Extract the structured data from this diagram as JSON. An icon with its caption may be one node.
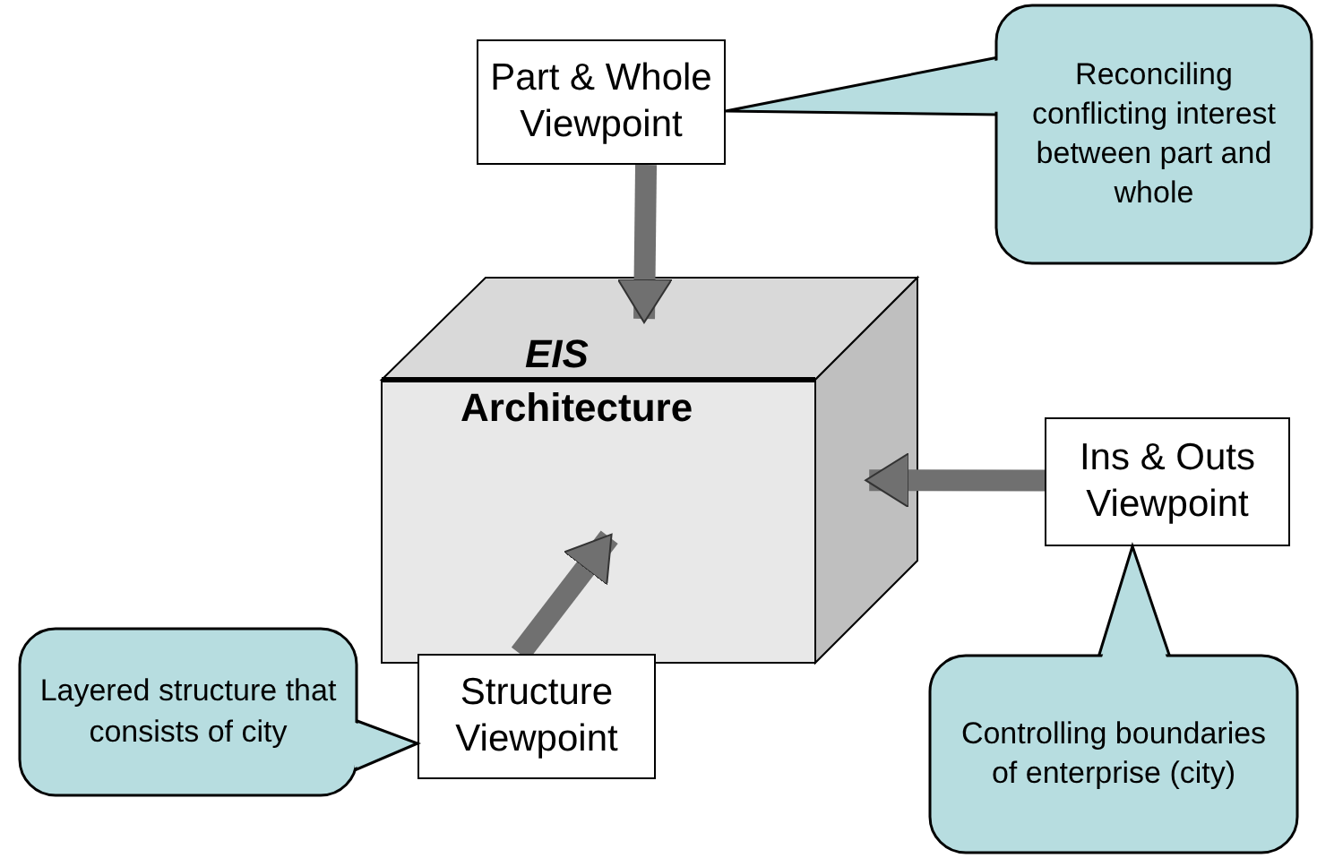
{
  "diagram": {
    "nodes": [
      {
        "text": [
          "EIS",
          "Architecture"
        ]
      },
      {
        "text": [
          "Part & Whole Viewpoint"
        ]
      },
      {
        "text": [
          "Reconciling conflicting interest between part and whole"
        ]
      },
      {
        "text": [
          "Ins & Outs Viewpoint"
        ]
      },
      {
        "text": [
          "Controlling boundaries of enterprise (city)"
        ]
      },
      {
        "text": [
          "Structure Viewpoint"
        ]
      },
      {
        "text": [
          "Layered structure that consists of city"
        ]
      }
    ],
    "edges": [
      {
        "from": 1,
        "to": 0,
        "arrow": "to"
      },
      {
        "from": 3,
        "to": 0,
        "arrow": "to"
      },
      {
        "from": 5,
        "to": 0,
        "arrow": "to"
      }
    ]
  }
}
